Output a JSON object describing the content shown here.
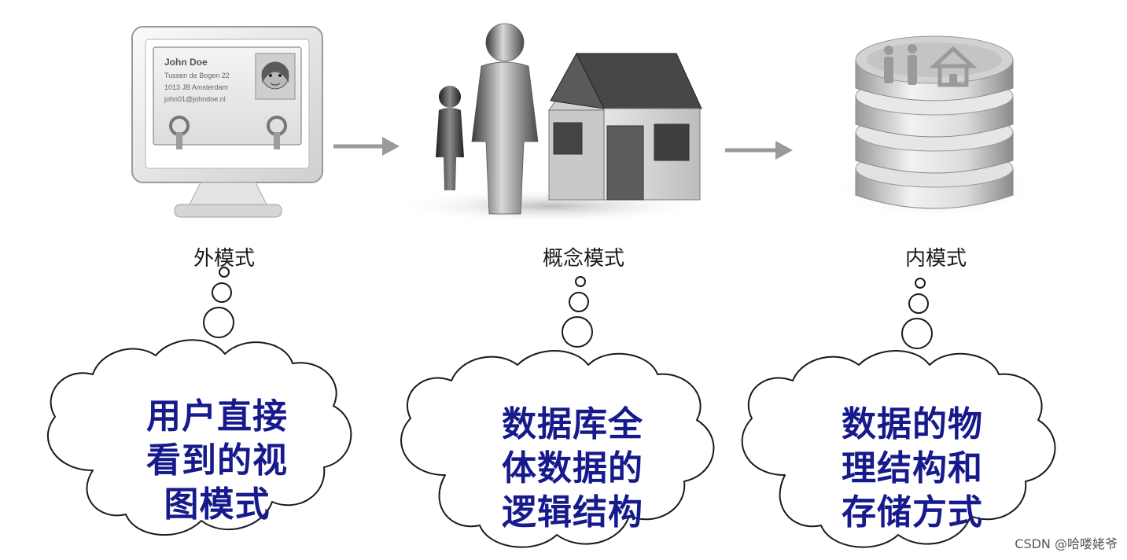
{
  "stages": [
    {
      "id": "external",
      "label": "外模式",
      "description_lines": [
        "用户直接",
        "看到的视",
        "图模式"
      ],
      "illustration_icon": "monitor-contact-card-icon",
      "card": {
        "name": "John Doe",
        "address_line1": "Tussen de Bogen 22",
        "address_line2": "1013 JB Amsterdam",
        "email": "john01@johndoe.nl"
      }
    },
    {
      "id": "conceptual",
      "label": "概念模式",
      "description_lines": [
        "数据库全",
        "体数据的",
        "逻辑结构"
      ],
      "illustration_icon": "people-and-house-icon"
    },
    {
      "id": "internal",
      "label": "内模式",
      "description_lines": [
        "数据的物",
        "理结构和",
        "存储方式"
      ],
      "illustration_icon": "database-cylinder-icon"
    }
  ],
  "watermark": "CSDN @哈喽姥爷",
  "colors": {
    "cloud_text": "#161a8c",
    "arrow": "#9a9a9a",
    "cloud_outline": "#1a1a1a"
  }
}
